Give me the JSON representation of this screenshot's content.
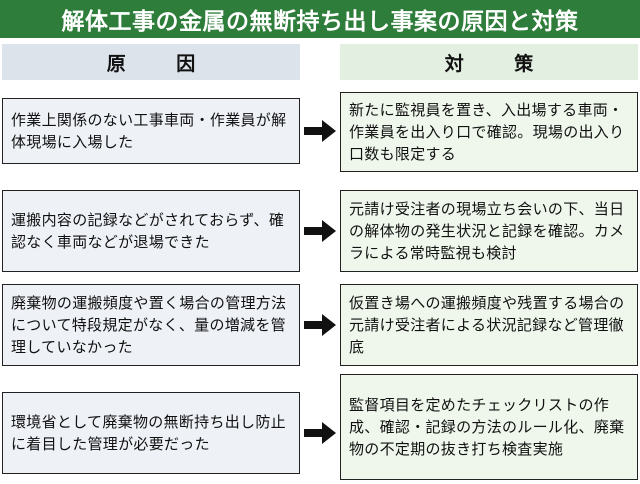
{
  "title": "解体工事の金属の無断持ち出し事案の原因と対策",
  "headers": {
    "cause": "原 因",
    "measure": "対 策"
  },
  "rows": [
    {
      "cause": "作業上関係のない工事車両・作業員が解体現場に入場した",
      "measure": "新たに監視員を置き、入出場する車両・作業員を出入り口で確認。現場の出入り口数も限定する"
    },
    {
      "cause": "運搬内容の記録などがされておらず、確認なく車両などが退場できた",
      "measure": "元請け受注者の現場立ち会いの下、当日の解体物の発生状況と記録を確認。カメラによる常時監視も検討"
    },
    {
      "cause": "廃棄物の運搬頻度や置く場合の管理方法について特段規定がなく、量の増減を管理していなかった",
      "measure": "仮置き場への運搬頻度や残置する場合の元請け受注者による状況記録など管理徹底"
    },
    {
      "cause": "環境省として廃棄物の無断持ち出し防止に着目した管理が必要だった",
      "measure": "監督項目を定めたチェックリストの作成、確認・記録の方法のルール化、廃棄物の不定期の抜き打ち検査実施"
    }
  ],
  "colors": {
    "title_bg": "#2e7d3a",
    "cause_header_bg": "#dde3ea",
    "measure_header_bg": "#e3f0e1",
    "cause_box_bg": "#eef1f6",
    "measure_box_bg": "#eff7ec"
  },
  "icons": {
    "arrow": "right-arrow-icon"
  }
}
